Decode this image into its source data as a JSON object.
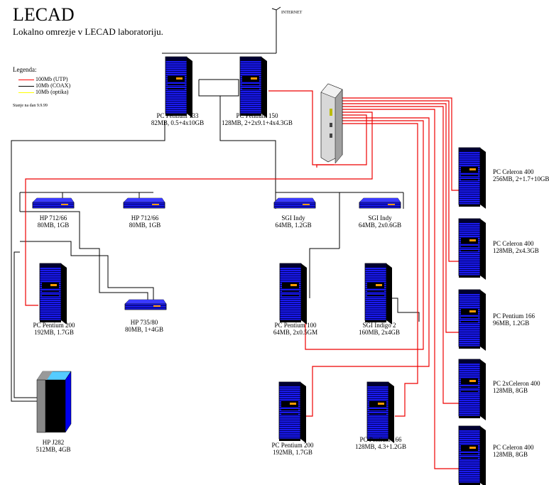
{
  "header": {
    "title": "LECAD",
    "subtitle": "Lokalno omrezje v LECAD laboratoriju."
  },
  "legend": {
    "title": "Legenda:",
    "items": [
      {
        "label": "100Mb (UTP)",
        "color": "#ff0000"
      },
      {
        "label": "10Mb (COAX)",
        "color": "#000000"
      },
      {
        "label": "10Mb (optika)",
        "color": "#ffff00"
      }
    ],
    "status": "Stanje na dan 9.9.99"
  },
  "internet_label": "INTERNET",
  "colors": {
    "utp": "#ee0000",
    "coax": "#000000",
    "device_blue": "#0000ee",
    "device_dark": "#0a0a22"
  },
  "nodes": {
    "pc133": {
      "name": "PC Pentium 133",
      "spec": "82MB, 0.5+4x10GB"
    },
    "pc150": {
      "name": "PC Pentium 150",
      "spec": "128MB, 2+2x9.1+4x4.3GB"
    },
    "hp712a": {
      "name": "HP 712/66",
      "spec": "80MB, 1GB"
    },
    "hp712b": {
      "name": "HP 712/66",
      "spec": "80MB, 1GB"
    },
    "sgiindy1": {
      "name": "SGI Indy",
      "spec": "64MB, 1.2GB"
    },
    "sgiindy2": {
      "name": "SGI Indy",
      "spec": "64MB, 2x0.6GB"
    },
    "pc200a": {
      "name": "PC Pentium 200",
      "spec": "192MB, 1.7GB"
    },
    "hp735": {
      "name": "HP 735/80",
      "spec": "80MB, 1+4GB"
    },
    "pc100": {
      "name": "PC Pentium 100",
      "spec": "64MB, 2x0.5GM"
    },
    "sgiindigo": {
      "name": "SGI Indigo 2",
      "spec": "160MB, 2x4GB"
    },
    "hpj282": {
      "name": "HP J282",
      "spec": "512MB, 4GB"
    },
    "pc200b": {
      "name": "PC Pentium 200",
      "spec": "192MB, 1.7GB"
    },
    "pc166a": {
      "name": "PC Pentium 166",
      "spec": "128MB, 4.3+1.2GB"
    },
    "cel400a": {
      "name": "PC Celeron 400",
      "spec": "256MB, 2+1.7+10GB"
    },
    "cel400b": {
      "name": "PC Celeron 400",
      "spec": "128MB, 2x4.3GB"
    },
    "pc166b": {
      "name": "PC Pentium 166",
      "spec": "96MB, 1.2GB"
    },
    "cel400c": {
      "name": "PC 2xCeleron 400",
      "spec": "128MB, 8GB"
    },
    "cel400d": {
      "name": "PC Celeron 400",
      "spec": "128MB, 8GB"
    }
  }
}
